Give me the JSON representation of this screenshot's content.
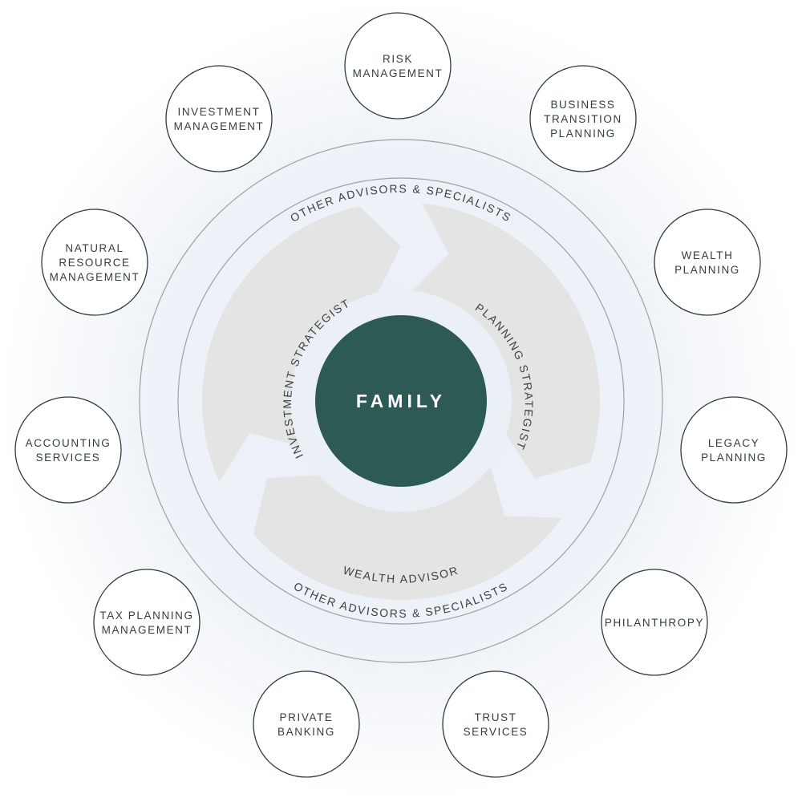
{
  "center": {
    "label": "FAMILY"
  },
  "strategists": {
    "investment": "INVESTMENT STRATEGIST",
    "planning": "PLANNING STRATEGIST",
    "wealth_advisor": "WEALTH ADVISOR"
  },
  "ring": {
    "top_label": "OTHER ADVISORS & SPECIALISTS",
    "bottom_label": "OTHER ADVISORS & SPECIALISTS"
  },
  "services": [
    {
      "key": "risk-management",
      "lines": [
        "RISK",
        "MANAGEMENT"
      ]
    },
    {
      "key": "business-transition-planning",
      "lines": [
        "BUSINESS",
        "TRANSITION",
        "PLANNING"
      ]
    },
    {
      "key": "wealth-planning",
      "lines": [
        "WEALTH",
        "PLANNING"
      ]
    },
    {
      "key": "legacy-planning",
      "lines": [
        "LEGACY",
        "PLANNING"
      ]
    },
    {
      "key": "philanthropy",
      "lines": [
        "PHILANTHROPY"
      ]
    },
    {
      "key": "trust-services",
      "lines": [
        "TRUST",
        "SERVICES"
      ]
    },
    {
      "key": "private-banking",
      "lines": [
        "PRIVATE",
        "BANKING"
      ]
    },
    {
      "key": "tax-planning-management",
      "lines": [
        "TAX PLANNING",
        "MANAGEMENT"
      ]
    },
    {
      "key": "accounting-services",
      "lines": [
        "ACCOUNTING",
        "SERVICES"
      ]
    },
    {
      "key": "natural-resource-management",
      "lines": [
        "NATURAL",
        "RESOURCE",
        "MANAGEMENT"
      ]
    },
    {
      "key": "investment-management",
      "lines": [
        "INVESTMENT",
        "MANAGEMENT"
      ]
    }
  ],
  "colors": {
    "center_fill": "#2d5a55",
    "segment_fill": "#e4e4e4",
    "background_glow": "#eef2f8",
    "outline": "#2f3d3a"
  }
}
